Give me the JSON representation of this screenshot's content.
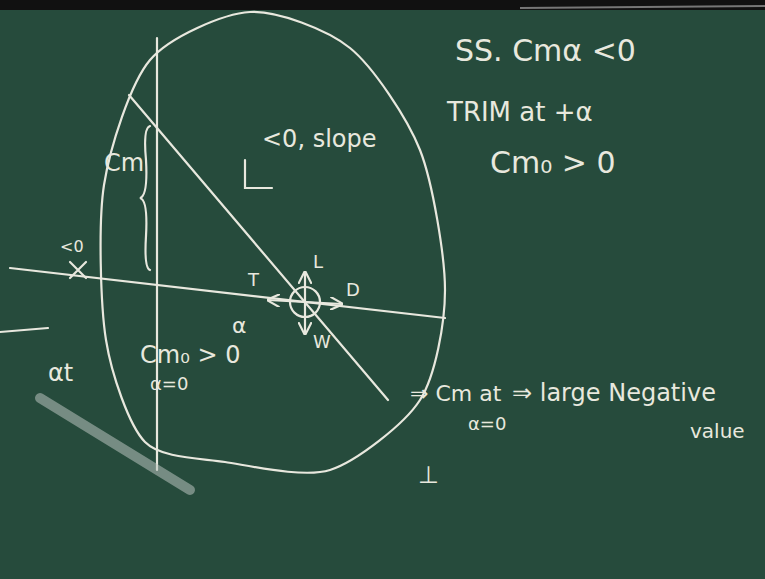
{
  "diagram": {
    "labels": [
      "Cm",
      "<0, slope",
      "SS. Cmα <0",
      "TRIM at +α",
      "Cm₀ > 0",
      "<0",
      "L",
      "T",
      "D",
      "W",
      "Cm₀ > 0",
      "α=0",
      "α",
      "αt",
      "⇒ Cm at",
      "α=0",
      "⇒ large Negative",
      "value",
      "⊥"
    ]
  }
}
